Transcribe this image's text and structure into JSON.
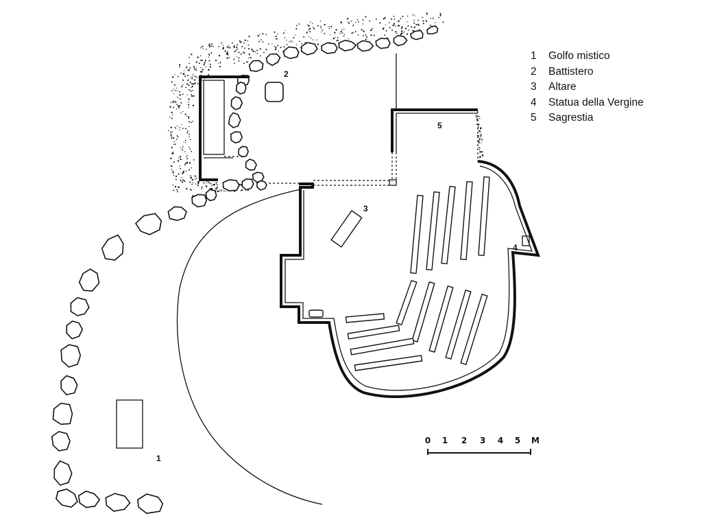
{
  "legend": {
    "items": [
      {
        "num": "1",
        "label": "Golfo mistico"
      },
      {
        "num": "2",
        "label": "Battistero"
      },
      {
        "num": "3",
        "label": "Altare"
      },
      {
        "num": "4",
        "label": "Statua della Vergine"
      },
      {
        "num": "5",
        "label": "Sagrestia"
      }
    ]
  },
  "plan_labels": {
    "golfo": "1",
    "battistero": "2",
    "altare": "3",
    "statua": "4",
    "sagrestia": "5"
  },
  "scale": {
    "ticks": [
      "0",
      "1",
      "2",
      "3",
      "4",
      "5"
    ],
    "unit": "M"
  }
}
